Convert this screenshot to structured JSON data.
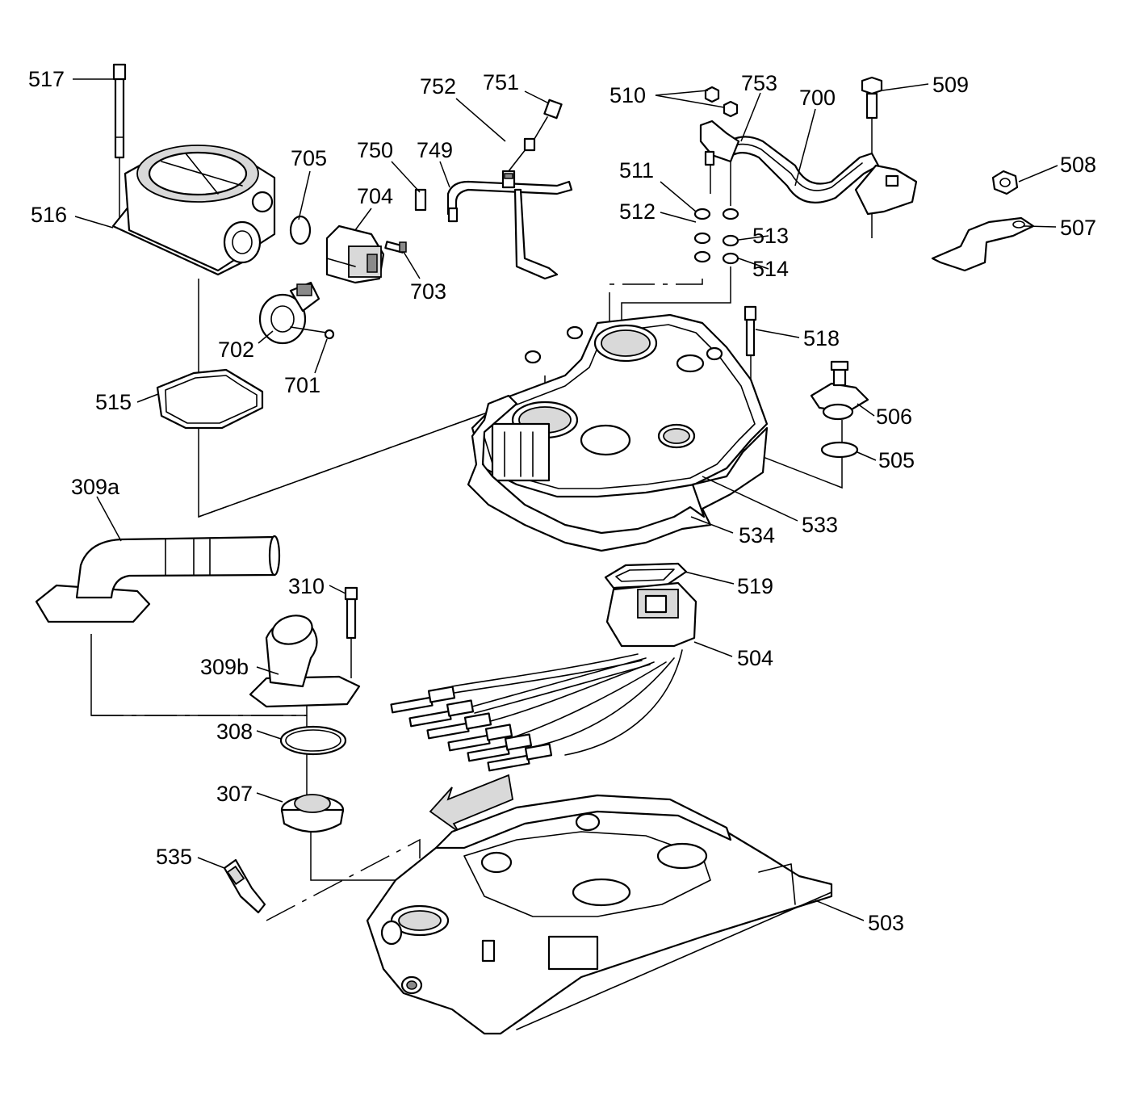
{
  "callouts": {
    "c517": "517",
    "c516": "516",
    "c705": "705",
    "c704": "704",
    "c703": "703",
    "c702": "702",
    "c701": "701",
    "c750": "750",
    "c749": "749",
    "c752": "752",
    "c751": "751",
    "c510": "510",
    "c753": "753",
    "c700": "700",
    "c509": "509",
    "c508": "508",
    "c507": "507",
    "c511": "511",
    "c512": "512",
    "c513": "513",
    "c514": "514",
    "c518": "518",
    "c506": "506",
    "c505": "505",
    "c515": "515",
    "c533": "533",
    "c534": "534",
    "c309a": "309a",
    "c310": "310",
    "c309b": "309b",
    "c519": "519",
    "c504": "504",
    "c308": "308",
    "c307": "307",
    "c535": "535",
    "c503": "503"
  },
  "colors": {
    "ink": "#000000",
    "paper": "#ffffff",
    "shade": "#d9d9d9"
  }
}
